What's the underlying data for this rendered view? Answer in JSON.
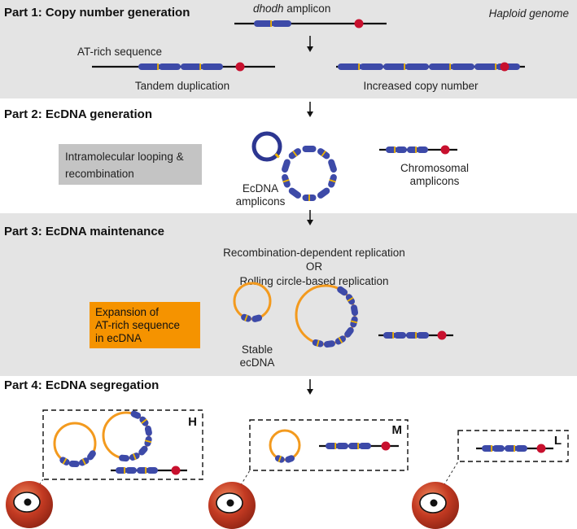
{
  "parts": {
    "p1": {
      "title": "Part 1: Copy number generation",
      "genome_label": "Haploid genome",
      "amplicon_label_gene": "dhodh",
      "amplicon_label_rest": " amplicon",
      "at_rich_label": "AT-rich sequence",
      "tandem_label": "Tandem duplication",
      "increased_label": "Increased copy number"
    },
    "p2": {
      "title": "Part 2: EcDNA generation",
      "box_line1": "Intramolecular looping &",
      "box_line2": "recombination",
      "ecdna_line1": "EcDNA",
      "ecdna_line2": "amplicons",
      "chrom_line1": "Chromosomal",
      "chrom_line2": "amplicons"
    },
    "p3": {
      "title": "Part 3: EcDNA maintenance",
      "mech_line1": "Recombination-dependent replication",
      "mech_line2": "OR",
      "mech_line3": "Rolling circle-based replication",
      "box_line1": "Expansion of",
      "box_line2": "AT-rich sequence",
      "box_line3": "in ecDNA",
      "stable_line1": "Stable",
      "stable_line2": "ecDNA"
    },
    "p4": {
      "title": "Part 4: EcDNA segregation",
      "level_high": "H",
      "level_mid": "M",
      "level_low": "L"
    }
  },
  "colors": {
    "band_gray": "#e4e4e4",
    "segment_blue": "#3d4aa8",
    "stripe_yellow": "#f0b400",
    "marker_red": "#c8102e",
    "loop_orange": "#f39a1e",
    "box_gray": "#c4c4c4",
    "box_orange": "#f59300",
    "cell_red": "#b5301c"
  }
}
